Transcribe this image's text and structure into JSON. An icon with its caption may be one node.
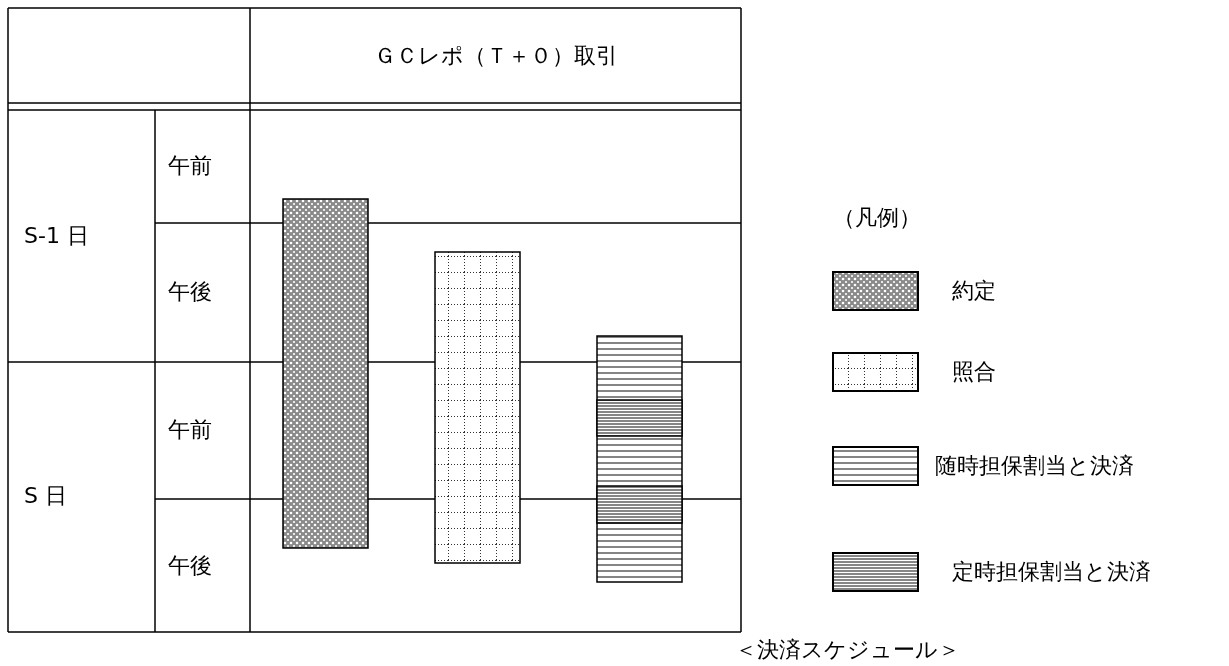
{
  "diagram": {
    "caption": "＜決済スケジュール＞",
    "nodes": [
      {
        "text": [],
        "shape": "bar"
      },
      {
        "text": [],
        "shape": "bar"
      },
      {
        "text": [],
        "shape": "bar"
      }
    ],
    "labels": [
      "ＧＣレポ（Ｔ＋０）取引",
      "S‐1 日",
      "午前",
      "午後",
      "S 日",
      "午前",
      "午後",
      "（凡例）"
    ],
    "legend": [
      {
        "text": "約定"
      },
      {
        "text": "照合"
      },
      {
        "text": "随時担保割当と決済"
      },
      {
        "text": "定時担保割当と決済"
      }
    ]
  }
}
